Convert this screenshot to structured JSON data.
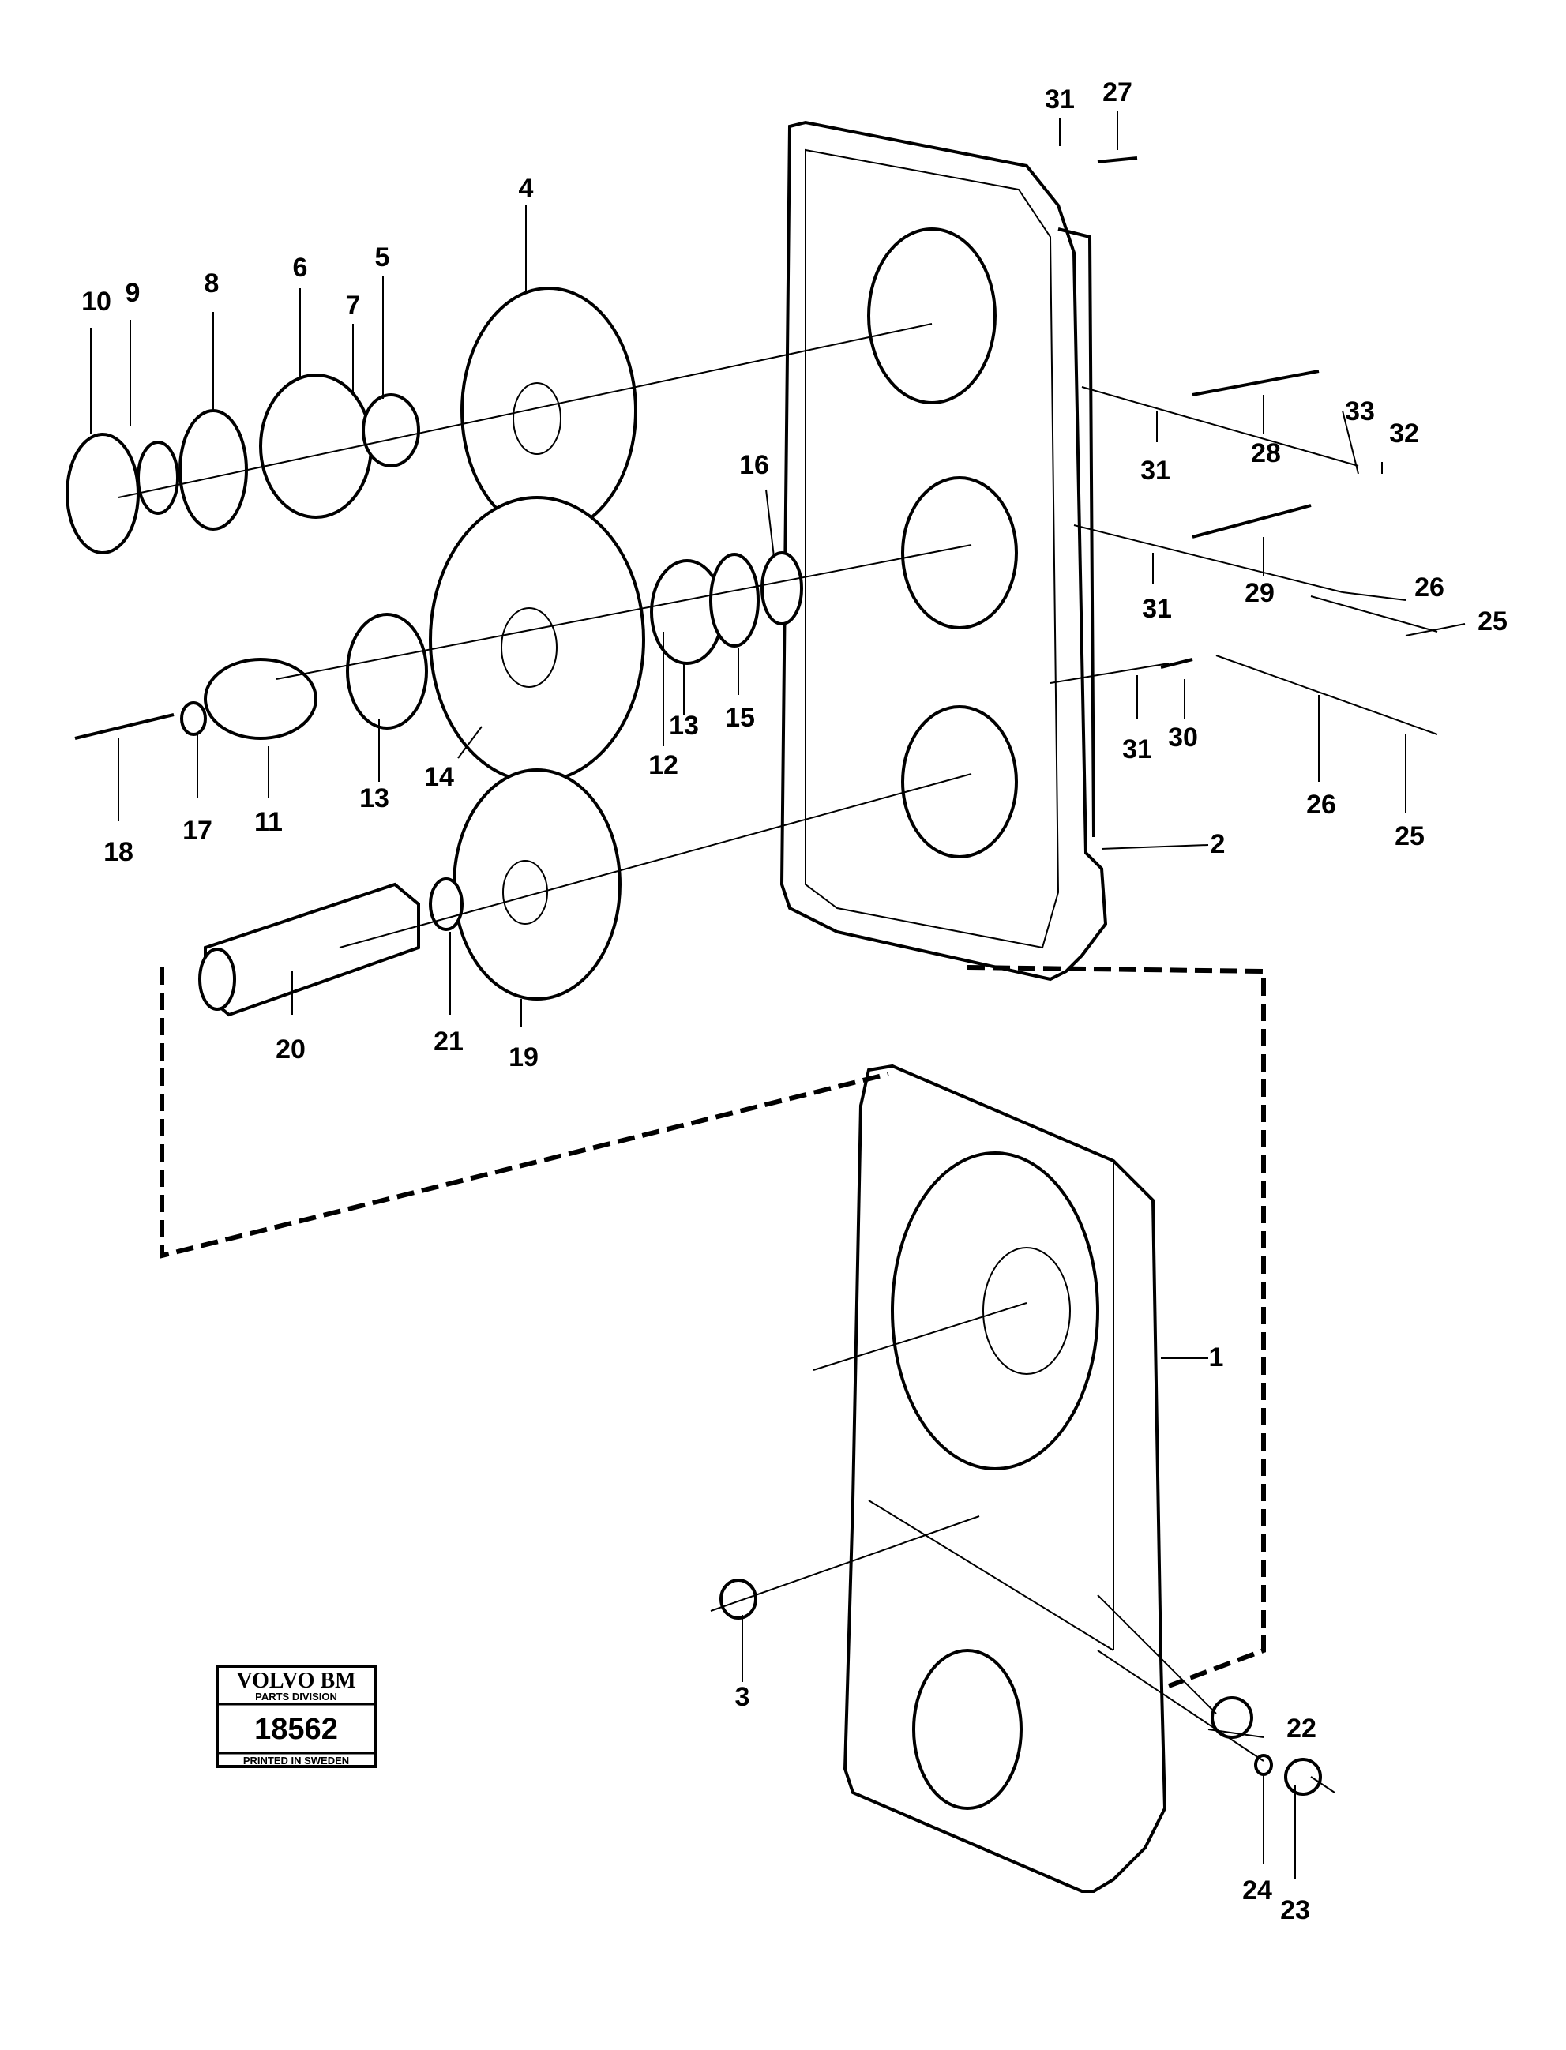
{
  "labels": [
    "1",
    "2",
    "3",
    "4",
    "5",
    "6",
    "7",
    "8",
    "9",
    "10",
    "11",
    "12",
    "13",
    "13",
    "14",
    "15",
    "16",
    "17",
    "18",
    "19",
    "20",
    "21",
    "22",
    "23",
    "24",
    "25",
    "25",
    "26",
    "26",
    "27",
    "28",
    "29",
    "30",
    "31",
    "31",
    "31",
    "31",
    "32",
    "33"
  ],
  "badge": {
    "brand": "VOLVO BM",
    "division": "PARTS DIVISION",
    "number": "18562",
    "footer": "PRINTED IN SWEDEN"
  }
}
